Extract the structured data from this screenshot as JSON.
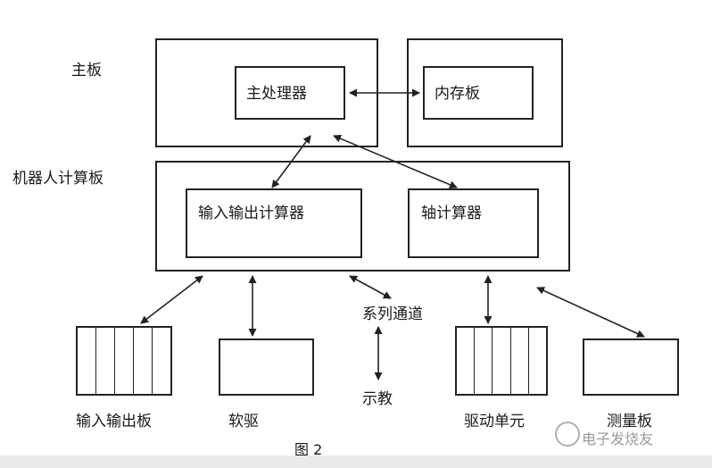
{
  "labels": {
    "mainboard": "主板",
    "main_processor": "主处理器",
    "memory_board": "内存板",
    "robot_board": "机器人计算板",
    "io_computer": "输入输出计算器",
    "axis_computer": "轴计算器",
    "serial_channel": "系列通道",
    "display": "示教",
    "io_board": "输入输出板",
    "floppy": "软驱",
    "drive_unit": "驱动单元",
    "measure_board": "测量板",
    "caption": "图 2"
  },
  "watermark": "电子发烧友"
}
